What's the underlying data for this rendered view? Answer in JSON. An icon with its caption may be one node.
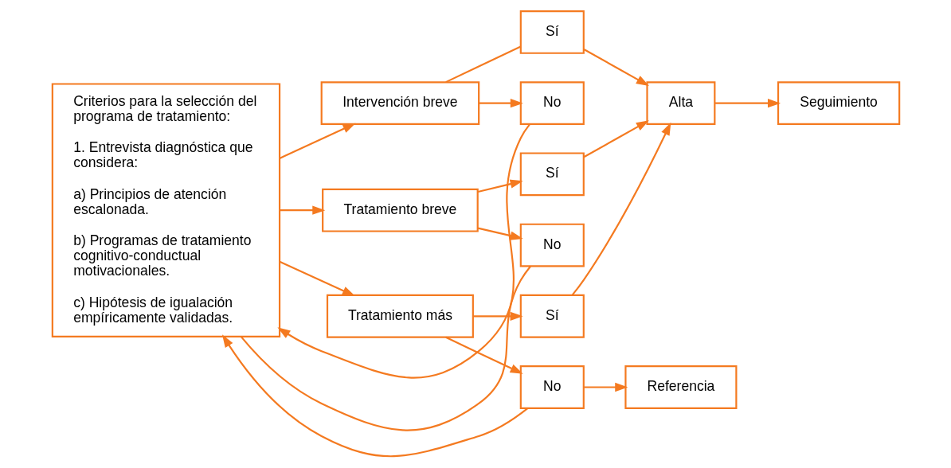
{
  "diagram": {
    "nodes": [
      {
        "text": [
          "Criterios para la selección del programa de tratamiento:",
          "1. Entrevista diagnóstica que considera:",
          "a) Principios de atención escalonada.",
          "b) Programas de tratamiento cognitivo-conductual motivacionales.",
          "c) Hipótesis de igualación empíricamente validadas."
        ]
      },
      {
        "text": [
          "Intervención breve"
        ]
      },
      {
        "text": [
          "Sí"
        ]
      },
      {
        "text": [
          "No"
        ]
      },
      {
        "text": [
          "Tratamiento breve"
        ]
      },
      {
        "text": [
          "Sí"
        ]
      },
      {
        "text": [
          "Alta"
        ]
      },
      {
        "text": [
          "Seguimiento"
        ]
      },
      {
        "text": [
          "No"
        ]
      },
      {
        "text": [
          "Tratamiento más"
        ]
      },
      {
        "text": [
          "Sí"
        ]
      },
      {
        "text": [
          "No"
        ]
      },
      {
        "text": [
          "Referencia"
        ]
      }
    ],
    "edges": [
      {
        "from": 0,
        "to": 1,
        "arrow": "to"
      },
      {
        "from": 0,
        "to": 4,
        "arrow": "to"
      },
      {
        "from": 0,
        "to": 9,
        "arrow": "to"
      },
      {
        "from": 1,
        "to": 2,
        "arrow": "none"
      },
      {
        "from": 2,
        "to": 6,
        "arrow": "to"
      },
      {
        "from": 1,
        "to": 3,
        "arrow": "to"
      },
      {
        "from": 3,
        "to": 0,
        "arrow": "to"
      },
      {
        "from": 4,
        "to": 5,
        "arrow": "to"
      },
      {
        "from": 5,
        "to": 6,
        "arrow": "to"
      },
      {
        "from": 6,
        "to": 7,
        "arrow": "to"
      },
      {
        "from": 4,
        "to": 8,
        "arrow": "to"
      },
      {
        "from": 8,
        "to": 0,
        "arrow": "none"
      },
      {
        "from": 9,
        "to": 10,
        "arrow": "to"
      },
      {
        "from": 10,
        "to": 6,
        "arrow": "to"
      },
      {
        "from": 9,
        "to": 11,
        "arrow": "to"
      },
      {
        "from": 11,
        "to": 0,
        "arrow": "to"
      },
      {
        "from": 11,
        "to": 12,
        "arrow": "to"
      }
    ]
  }
}
